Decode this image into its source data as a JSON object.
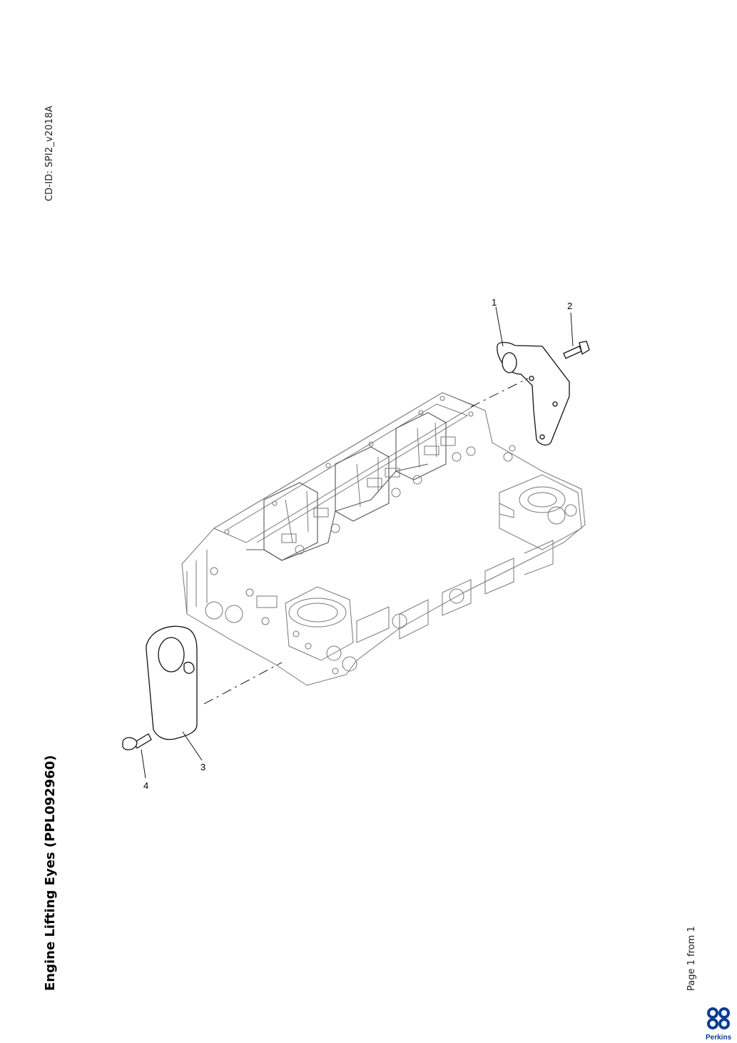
{
  "document": {
    "cd_id": "CD-ID: SPI2_v2018A",
    "title": "Engine Lifting Eyes (PPL092960)",
    "page_info": "Page 1 from 1"
  },
  "callouts": [
    "1",
    "2",
    "3",
    "4"
  ],
  "logo": {
    "brand": "Perkins",
    "color": "#0a3d91"
  }
}
